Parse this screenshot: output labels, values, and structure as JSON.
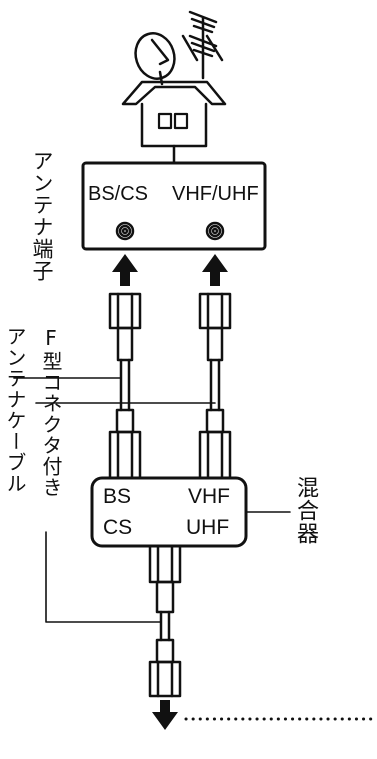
{
  "labels": {
    "antenna_terminal": "アンテナ端子",
    "f_connector_cable_col1": "F型コネクタ付き",
    "f_connector_cable_col2": "アンテナケーブル",
    "mixer": "混合器"
  },
  "terminal_box": {
    "left_port": "BS/CS",
    "right_port": "VHF/UHF"
  },
  "mixer_box": {
    "top_left": "BS",
    "top_right": "VHF",
    "bottom_left": "CS",
    "bottom_right": "UHF"
  },
  "colors": {
    "line": "#111111",
    "background": "#ffffff"
  }
}
